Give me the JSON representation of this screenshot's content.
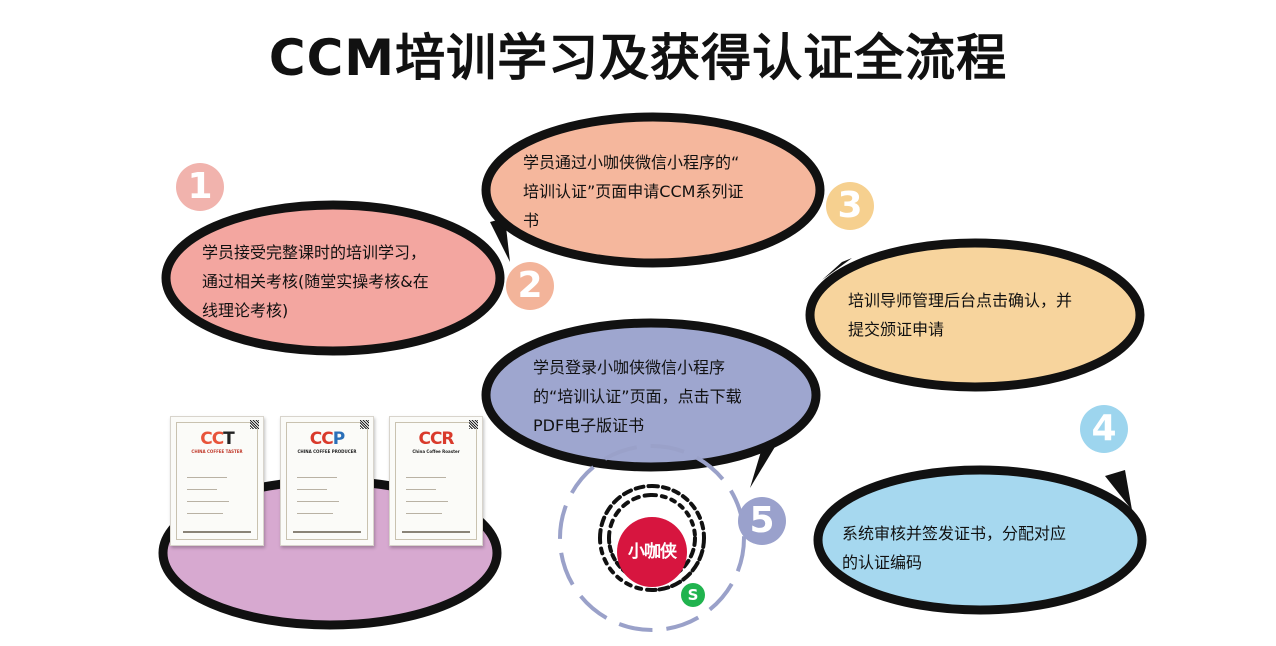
{
  "title": "CCM培训学习及获得认证全流程",
  "steps": [
    {
      "number": "1",
      "text": "学员接受完整课时的培训学习，\n通过相关考核(随堂实操考核&在\n线理论考核)",
      "color": "#f3a6a0",
      "numColor": "#f1b3ad"
    },
    {
      "number": "2",
      "text": "学员通过小咖侠微信小程序的“\n培训认证”页面申请CCM系列证\n书",
      "color": "#f5b79d",
      "numColor": "#f3b49a"
    },
    {
      "number": "3",
      "text": "培训导师管理后台点击确认，并\n提交颁证申请",
      "color": "#f7d49d",
      "numColor": "#f6d08f"
    },
    {
      "number": "4",
      "text": "系统审核并签发证书，分配对应\n的认证编码",
      "color": "#a6d8ef",
      "numColor": "#9dd5ee"
    },
    {
      "number": "5",
      "text": "学员登录小咖侠微信小程序\n的“培训认证”页面，点击下载\nPDF电子版证书",
      "color": "#9ea6cf",
      "numColor": "#9aa1cc"
    }
  ],
  "certificates": [
    {
      "logo_main": "CC",
      "logo_end": "T",
      "end_color": "#e8543a",
      "subtitle": "CHINA COFFEE TASTER"
    },
    {
      "logo_main": "CC",
      "logo_end": "P",
      "end_color": "#2a6fb8",
      "subtitle": "CHINA COFFEE PRODUCER"
    },
    {
      "logo_main": "CC",
      "logo_end": "R",
      "end_color": "#d93a2b",
      "subtitle": "China Coffee Roaster"
    }
  ],
  "mini_program": {
    "label": "小咖侠",
    "badge": "S"
  },
  "colors": {
    "outline": "#111111",
    "platform": "#d7a9d0"
  }
}
